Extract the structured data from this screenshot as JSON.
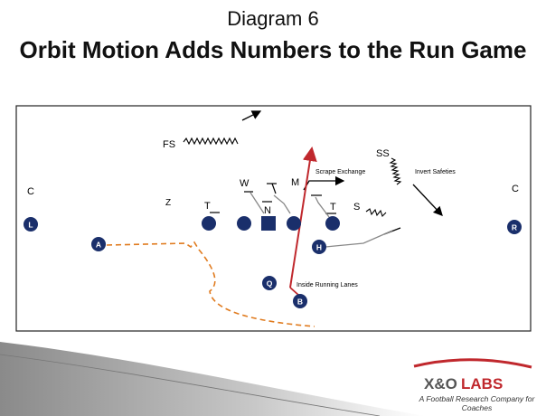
{
  "header": {
    "subtitle": "Diagram 6",
    "title": "Orbit Motion Adds Numbers to the Run Game"
  },
  "diagram": {
    "labels": {
      "fs": "FS",
      "ss": "SS",
      "w": "W",
      "m": "M",
      "s": "S",
      "z": "Z",
      "t_left": "T",
      "t_right": "T",
      "n": "N",
      "c_left": "C",
      "c_right": "C",
      "scrape": "Scrape Exchange",
      "invert": "Invert Safeties",
      "lanes": "Inside Running Lanes"
    },
    "players": {
      "l": "L",
      "r": "R",
      "a": "A",
      "h": "H",
      "q": "Q",
      "b": "B"
    },
    "colors": {
      "offense": "#1a2f6b",
      "motion": "#e07b1f",
      "run": "#c0282d",
      "defense": "#000000",
      "block": "#888888"
    }
  },
  "brand": {
    "logo_xo": "X&O",
    "logo_labs": "LABS",
    "tagline": "A Football Research Company for Coaches"
  }
}
